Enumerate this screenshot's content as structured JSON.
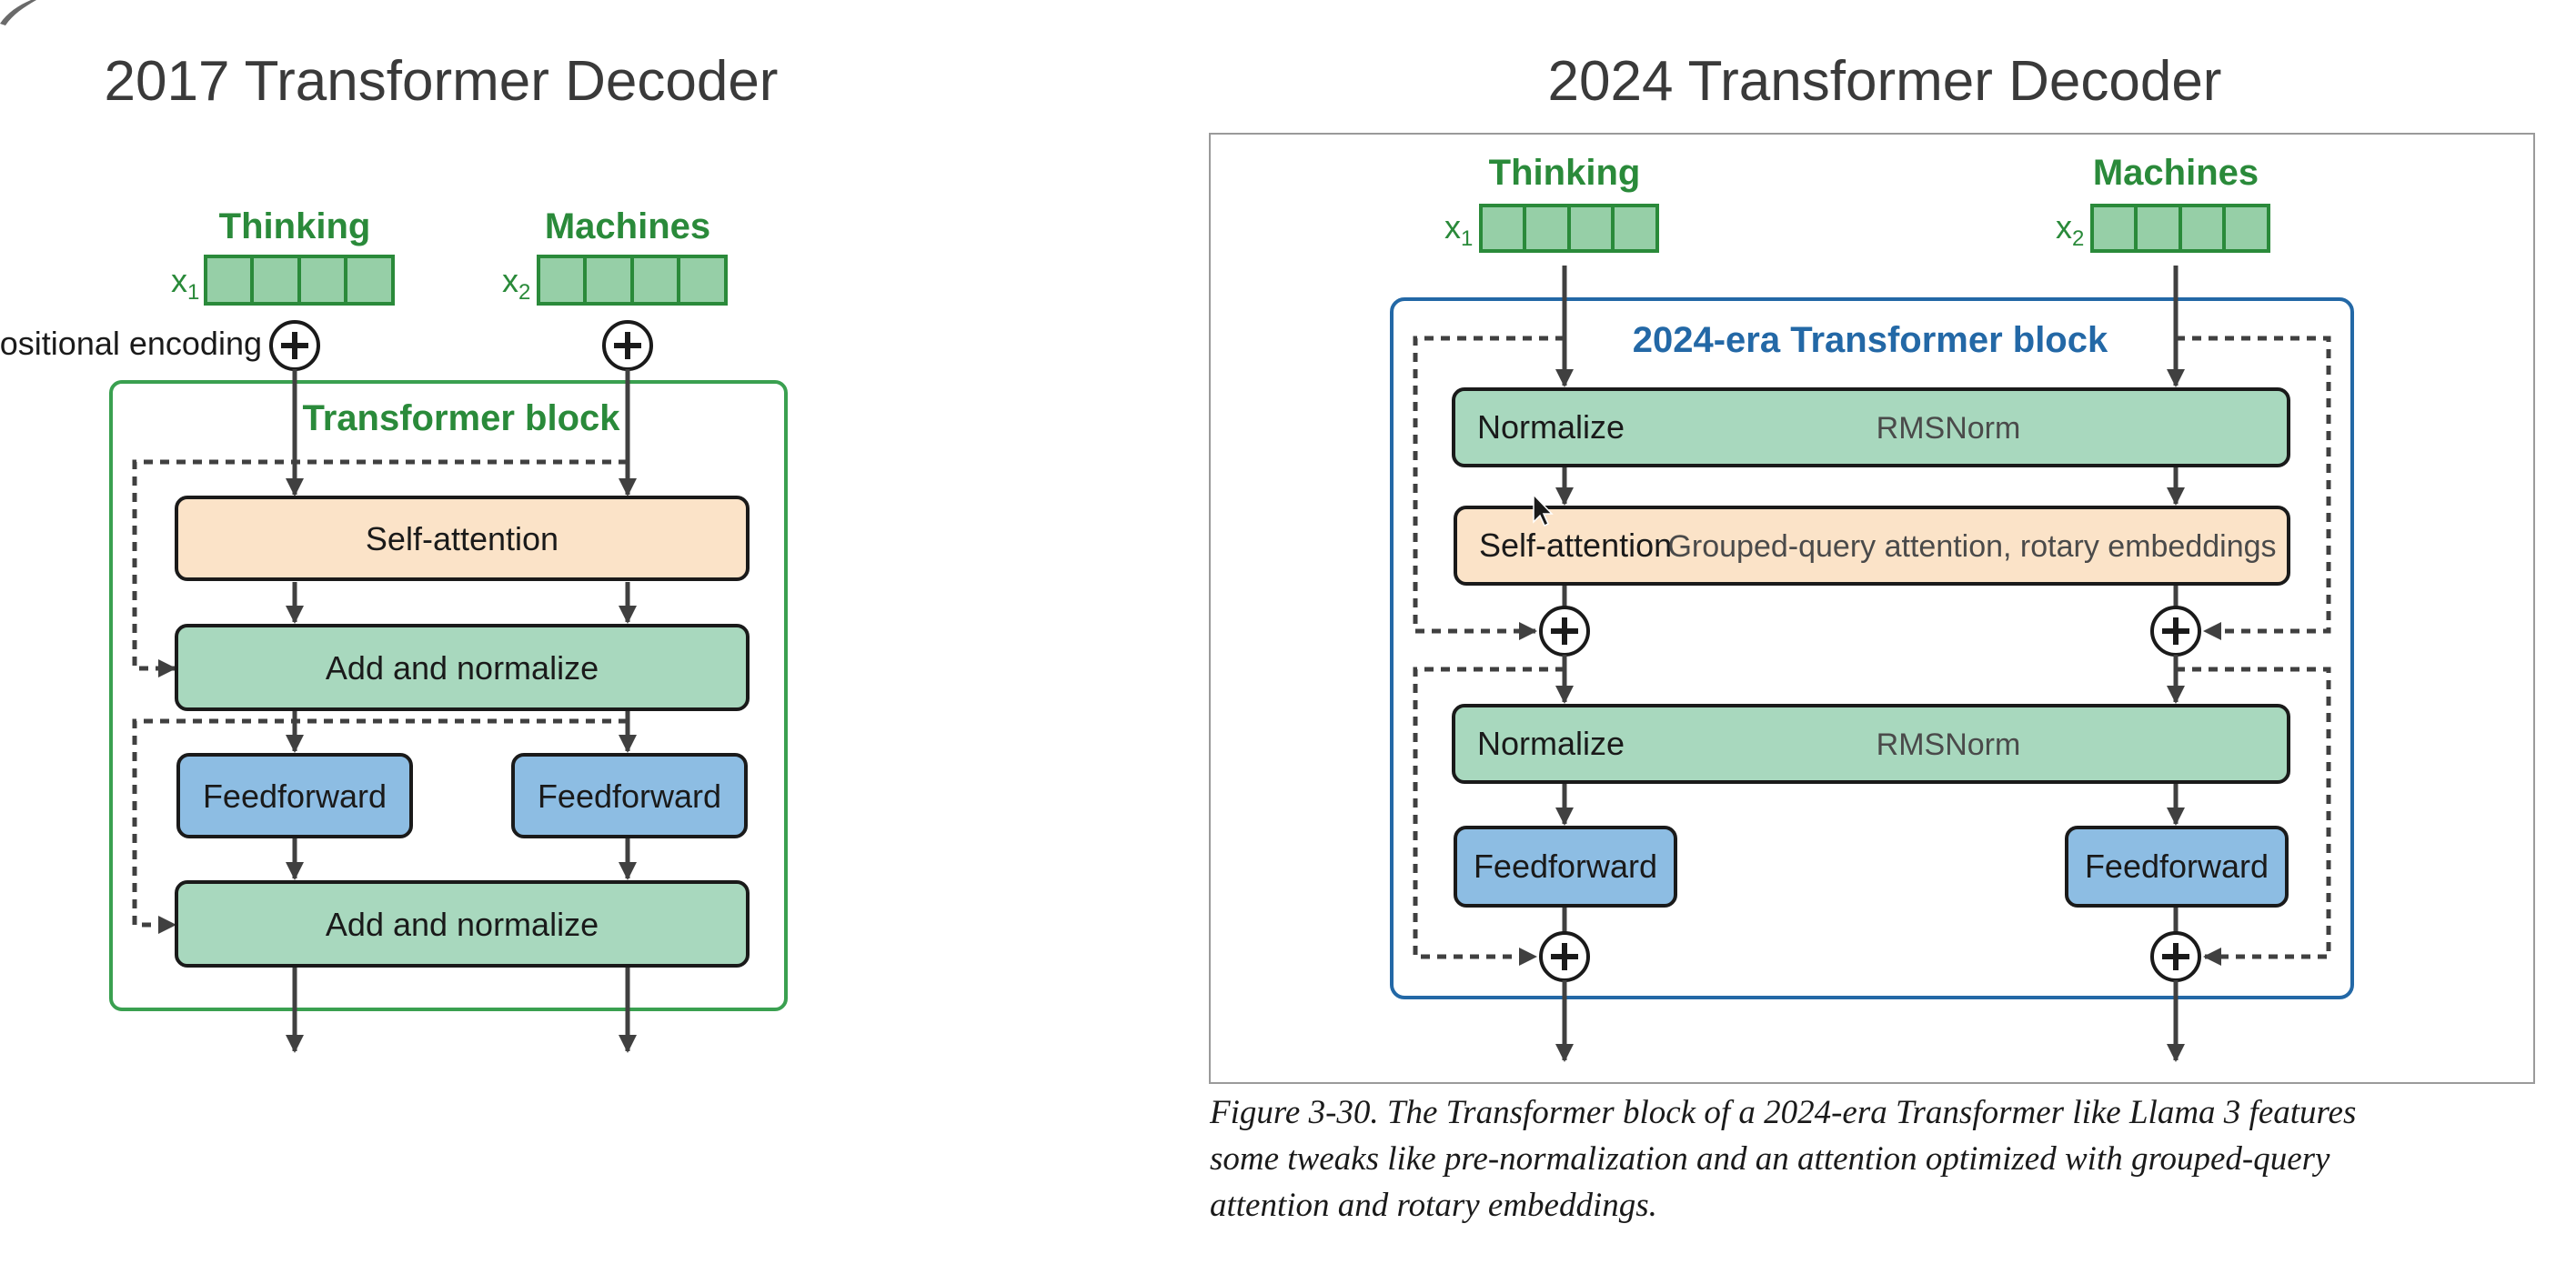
{
  "left_panel": {
    "title": "2017 Transformer Decoder",
    "inputs": [
      {
        "word": "Thinking",
        "var": "x",
        "sub": "1"
      },
      {
        "word": "Machines",
        "var": "x",
        "sub": "2"
      }
    ],
    "positional_label": "Positional encoding",
    "block_title": "Transformer block",
    "self_attention": "Self-attention",
    "add_norm_1": "Add and normalize",
    "feedforward_left": "Feedforward",
    "feedforward_right": "Feedforward",
    "add_norm_2": "Add and normalize"
  },
  "right_panel": {
    "title": "2024 Transformer Decoder",
    "inputs": [
      {
        "word": "Thinking",
        "var": "x",
        "sub": "1"
      },
      {
        "word": "Machines",
        "var": "x",
        "sub": "2"
      }
    ],
    "block_title": "2024-era Transformer block",
    "normalize_1": {
      "label": "Normalize",
      "sub": "RMSNorm"
    },
    "self_attention": {
      "label": "Self-attention",
      "sub": "Grouped-query attention, rotary embeddings"
    },
    "normalize_2": {
      "label": "Normalize",
      "sub": "RMSNorm"
    },
    "feedforward_left": "Feedforward",
    "feedforward_right": "Feedforward"
  },
  "caption": {
    "lines": [
      "Figure 3-30. The Transformer block of a 2024-era Transformer like Llama 3 features",
      "some tweaks like pre-normalization and an attention optimized with grouped-query",
      "attention and rotary embeddings."
    ]
  },
  "colors": {
    "green_box": "#a8d8be",
    "input_cell": "#96cfa7",
    "input_border": "#2a8a3a",
    "attention_box": "#fbe3c8",
    "feedforward_box": "#8dbde3",
    "green_block_border": "#3aa050",
    "blue_block_border": "#2368a6",
    "arrow": "#404040"
  }
}
